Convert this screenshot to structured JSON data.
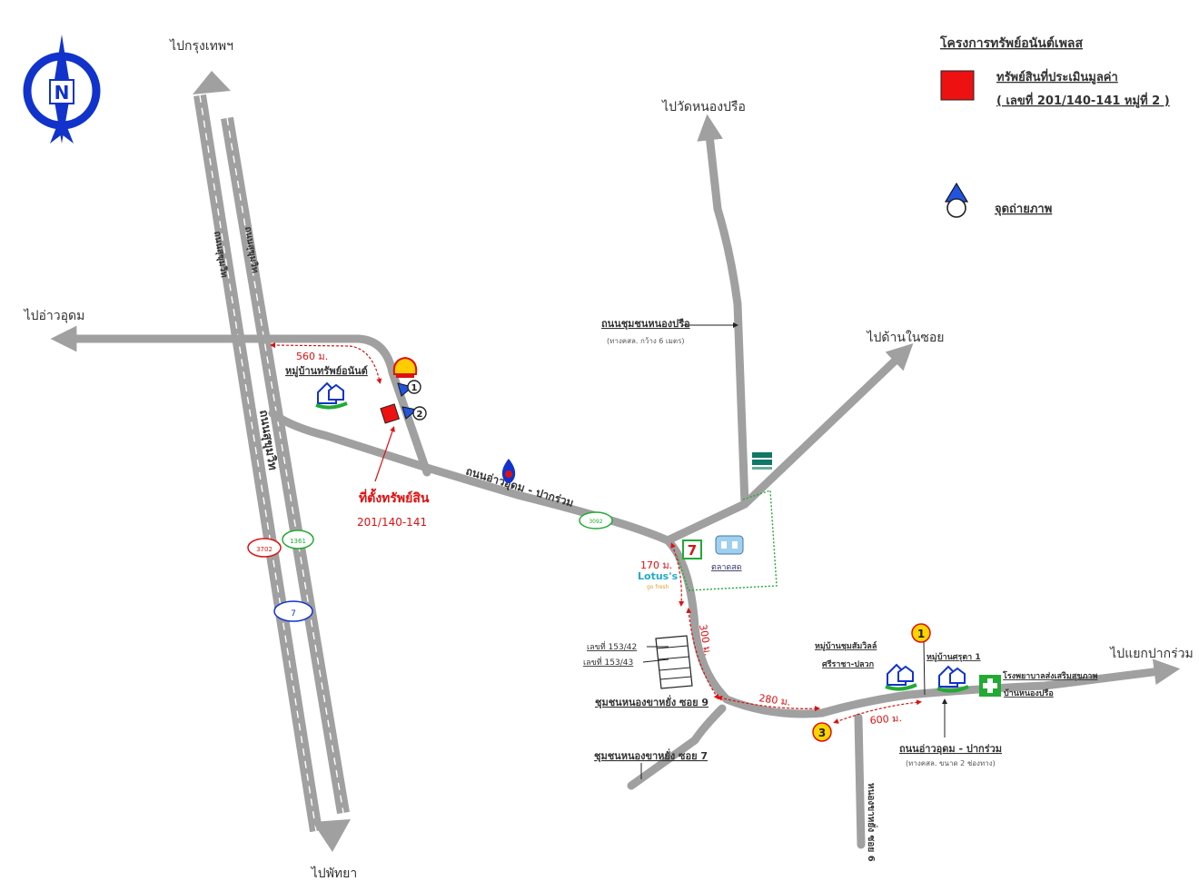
{
  "legend": {
    "title": "โครงการทรัพย์อนันต์เพลส",
    "property_label": "ทรัพย์สินที่ประเมินมูลค่า",
    "property_sub": "( เลขที่ 201/140-141 หมู่ที่ 2 )",
    "photo_point_label": "จุดถ่ายภาพ",
    "property_color": "#ee1111"
  },
  "compass": {
    "letter": "N",
    "color": "#1133cc"
  },
  "destinations": {
    "bangkok": "ไปกรุงเทพฯ",
    "pattaya": "ไปพัทยา",
    "ao_udom": "ไปอ่าวอุดม",
    "wat_nong_prue": "ไปวัดหนองปรือ",
    "inner_soi": "ไปด้านในซอย",
    "pak_ruam": "ไปแยกปากร่วม"
  },
  "roads": {
    "sukhumvit_1": "ถนนสุขุมวิท",
    "sukhumvit_2": "ถนนสุขุมวิท",
    "sukhumvit_3": "ถนนสุขุมวิท",
    "ao_udom_pak_ruam": "ถนนอ่าวอุดม - ปากร่วม",
    "ao_udom_pak_ruam_2": "ถนนอ่าวอุดม - ปากร่วม",
    "ao_udom_pak_ruam_2_note": "(ทางคสล. ขนาด 2 ช่องทาง)",
    "nong_prue": "ถนนชุมชนหนองปรือ",
    "nong_prue_note": "(ทางคสล. กว้าง 6 เมตร)",
    "soi_9": "ชุมชนหนองขาหยั่ง ซอย 9",
    "soi_7": "ชุมชนหนองขาหยั่ง ซอย 7",
    "soi_6": "หนองขาหยั่ง ซอย 6"
  },
  "distances": {
    "d560": "560 ม.",
    "d170": "170 ม.",
    "d300": "300 ม.",
    "d280": "280 ม.",
    "d600": "600 ม."
  },
  "places": {
    "village_left": "หมู่บ้านทรัพย์อนันต์",
    "market": "ตลาดสด",
    "lotus": "Lotus's",
    "lotus_sub": "go fresh",
    "seven": "7",
    "village_mid": "หมู่บ้านชุมสัมวิลล์",
    "village_mid_2": "ศรีราชา-ปลวก",
    "village_right": "หมู่บ้านศรุตา 1",
    "hospital": "โรงพยาบาลส่งเสริมสุขภาพ",
    "hospital_2": "บ้านหนองปรือ",
    "lot_1": "เลขที่ 153/42",
    "lot_2": "เลขที่ 153/43",
    "site_label": "ที่ตั้งทรัพย์สิน",
    "site_number": "201/140-141"
  },
  "markers": {
    "p1": "1",
    "p2": "2",
    "p3": "3",
    "y1": "1",
    "shield_3702": "3702",
    "shield_1361": "1361",
    "shield_7": "7",
    "shield_mid": "3092"
  },
  "colors": {
    "road": "#a0a0a0",
    "dist": "#dd1111",
    "green": "#22aa33",
    "blue": "#1133cc",
    "yellow": "#ffd400"
  }
}
